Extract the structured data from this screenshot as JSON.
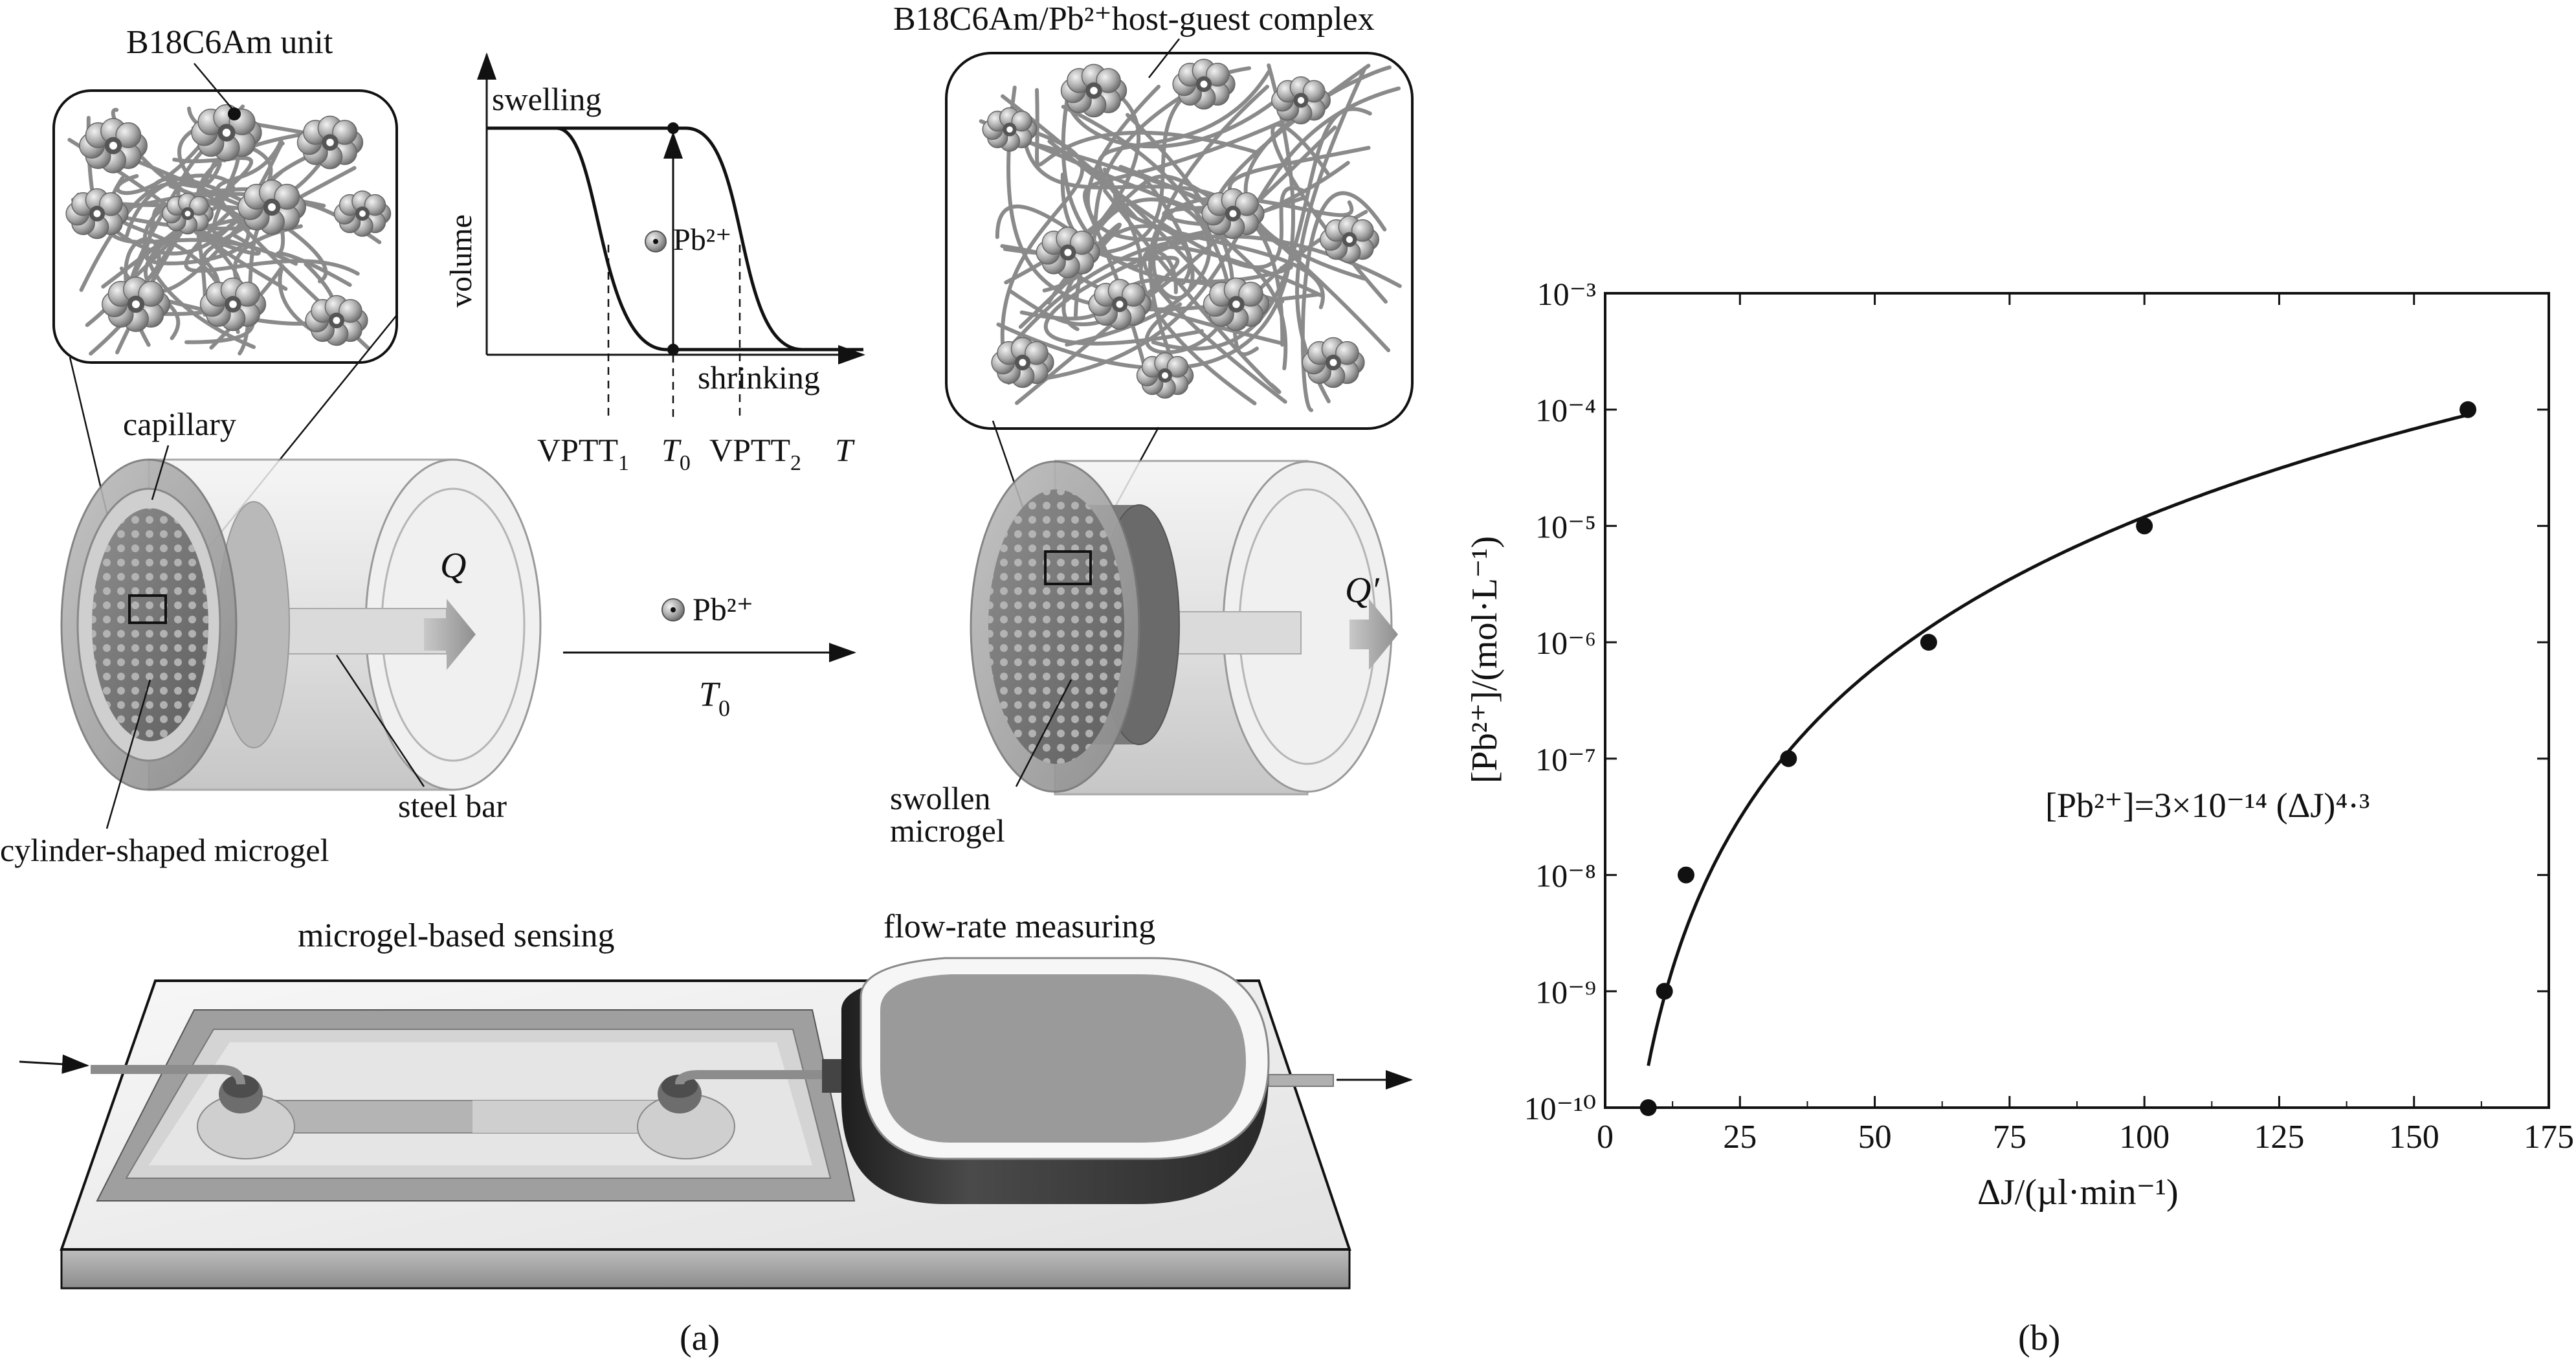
{
  "panel_a": {
    "caption": "(a)",
    "unit_label": "B18C6Am unit",
    "complex_label": "B18C6Am/Pb²⁺host-guest complex",
    "inset_plot": {
      "ylabel": "volume",
      "xlabel": "T",
      "swelling": "swelling",
      "shrinking": "shrinking",
      "ion": "Pb²⁺",
      "tick_1": "VPTT",
      "tick_1_sub": "1",
      "tick_0": "T",
      "tick_0_sub": "0",
      "tick_2": "VPTT",
      "tick_2_sub": "2"
    },
    "capillary": "capillary",
    "flow_in": "Q",
    "flow_out": "Q′",
    "steel_bar": "steel bar",
    "microgel": "cylinder-shaped microgel",
    "reaction_ion": "Pb²⁺",
    "reaction_temp": "T",
    "reaction_temp_sub": "0",
    "swollen_1": "swollen",
    "swollen_2": "microgel",
    "sensing": "microgel-based sensing",
    "flow_rate": "flow-rate measuring"
  },
  "panel_b": {
    "caption": "(b)",
    "ylabel": "[Pb²⁺]/(mol·L⁻¹)",
    "xlabel": "ΔJ/(µl·min⁻¹)",
    "equation": "[Pb²⁺]=3×10⁻¹⁴ (ΔJ)⁴·³"
  },
  "chart_data": {
    "type": "scatter",
    "xlabel": "ΔJ/(µl·min⁻¹)",
    "ylabel": "[Pb²⁺]/(mol·L⁻¹)",
    "xlim": [
      0,
      175
    ],
    "ylim": [
      1e-10,
      0.001
    ],
    "yscale": "log",
    "x_ticks": [
      "0",
      "25",
      "50",
      "75",
      "100",
      "125",
      "150",
      "175"
    ],
    "y_ticks": [
      "10⁻¹⁰",
      "10⁻⁹",
      "10⁻⁸",
      "10⁻⁷",
      "10⁻⁶",
      "10⁻⁵",
      "10⁻⁴",
      "10⁻³"
    ],
    "points": [
      {
        "x": 8,
        "y": 1e-10
      },
      {
        "x": 11,
        "y": 1e-09
      },
      {
        "x": 15,
        "y": 1e-08
      },
      {
        "x": 34,
        "y": 1e-07
      },
      {
        "x": 60,
        "y": 1e-06
      },
      {
        "x": 100,
        "y": 1e-05
      },
      {
        "x": 160,
        "y": 0.0001
      }
    ],
    "fit": {
      "formula": "[Pb²⁺]=3×10⁻¹⁴ (ΔJ)⁴·³",
      "a": 3e-14,
      "b": 4.3
    },
    "grid": false,
    "legend": "none"
  }
}
